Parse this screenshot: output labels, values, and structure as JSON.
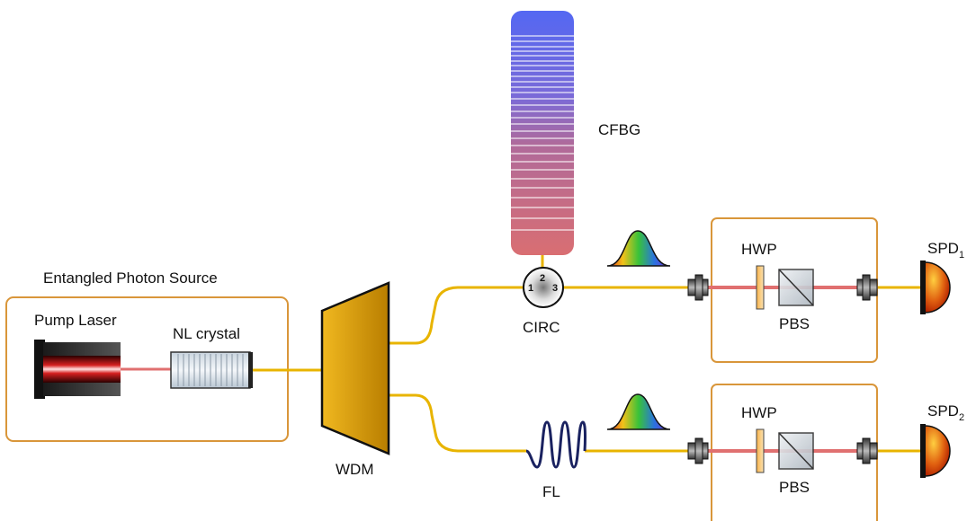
{
  "labels": {
    "source_title": "Entangled Photon Source",
    "pump_laser": "Pump Laser",
    "nl_crystal": "NL crystal",
    "wdm": "WDM",
    "cfbg": "CFBG",
    "circ": "CIRC",
    "circ_port_1": "1",
    "circ_port_2": "2",
    "circ_port_3": "3",
    "fl": "FL",
    "hwp_top": "HWP",
    "pbs_top": "PBS",
    "hwp_bottom": "HWP",
    "pbs_bottom": "PBS",
    "spd1_base": "SPD",
    "spd1_sub": "1",
    "spd2_base": "SPD",
    "spd2_sub": "2"
  },
  "colors": {
    "box_border": "#d9963a",
    "fiber": "#e8b400",
    "wdm_fill": "#d89c10",
    "laser_beam": "#e07070",
    "cfbg_top": "#5a6cf0",
    "cfbg_bottom": "#d97070",
    "fiber_loop": "#1a2260",
    "detector": "#d24010"
  }
}
